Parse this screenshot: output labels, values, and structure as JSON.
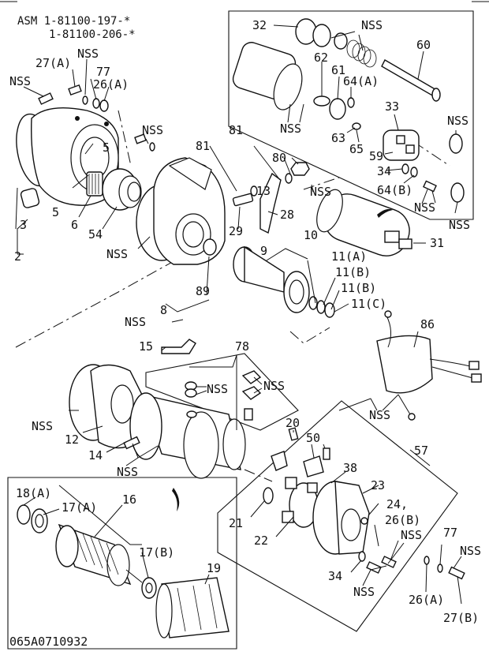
{
  "header": {
    "asm_line1": "ASM 1-81100-197-*",
    "asm_line2": "1-81100-206-*"
  },
  "footer": {
    "drawing_code": "065A0710932"
  },
  "labels": {
    "nss": "NSS",
    "p2": "2",
    "p3": "3",
    "p5": "5",
    "p6": "6",
    "p8": "8",
    "p9": "9",
    "p10": "10",
    "p11a": "11(A)",
    "p11b": "11(B)",
    "p11c": "11(C)",
    "p12": "12",
    "p13": "13",
    "p14": "14",
    "p15": "15",
    "p16": "16",
    "p17a": "17(A)",
    "p17b": "17(B)",
    "p18a": "18(A)",
    "p19": "19",
    "p20": "20",
    "p21": "21",
    "p22": "22",
    "p23": "23",
    "p24": "24,",
    "p26a": "26(A)",
    "p26b": "26(B)",
    "p27a": "27(A)",
    "p27b": "27(B)",
    "p28": "28",
    "p29": "29",
    "p31": "31",
    "p32": "32",
    "p33": "33",
    "p34": "34",
    "p38": "38",
    "p50": "50",
    "p54": "54",
    "p57": "57",
    "p59": "59",
    "p60": "60",
    "p61": "61",
    "p62": "62",
    "p63": "63",
    "p64a": "64(A)",
    "p64b": "64(B)",
    "p65": "65",
    "p77": "77",
    "p78": "78",
    "p80": "80",
    "p81": "81",
    "p86": "86",
    "p89": "89"
  }
}
